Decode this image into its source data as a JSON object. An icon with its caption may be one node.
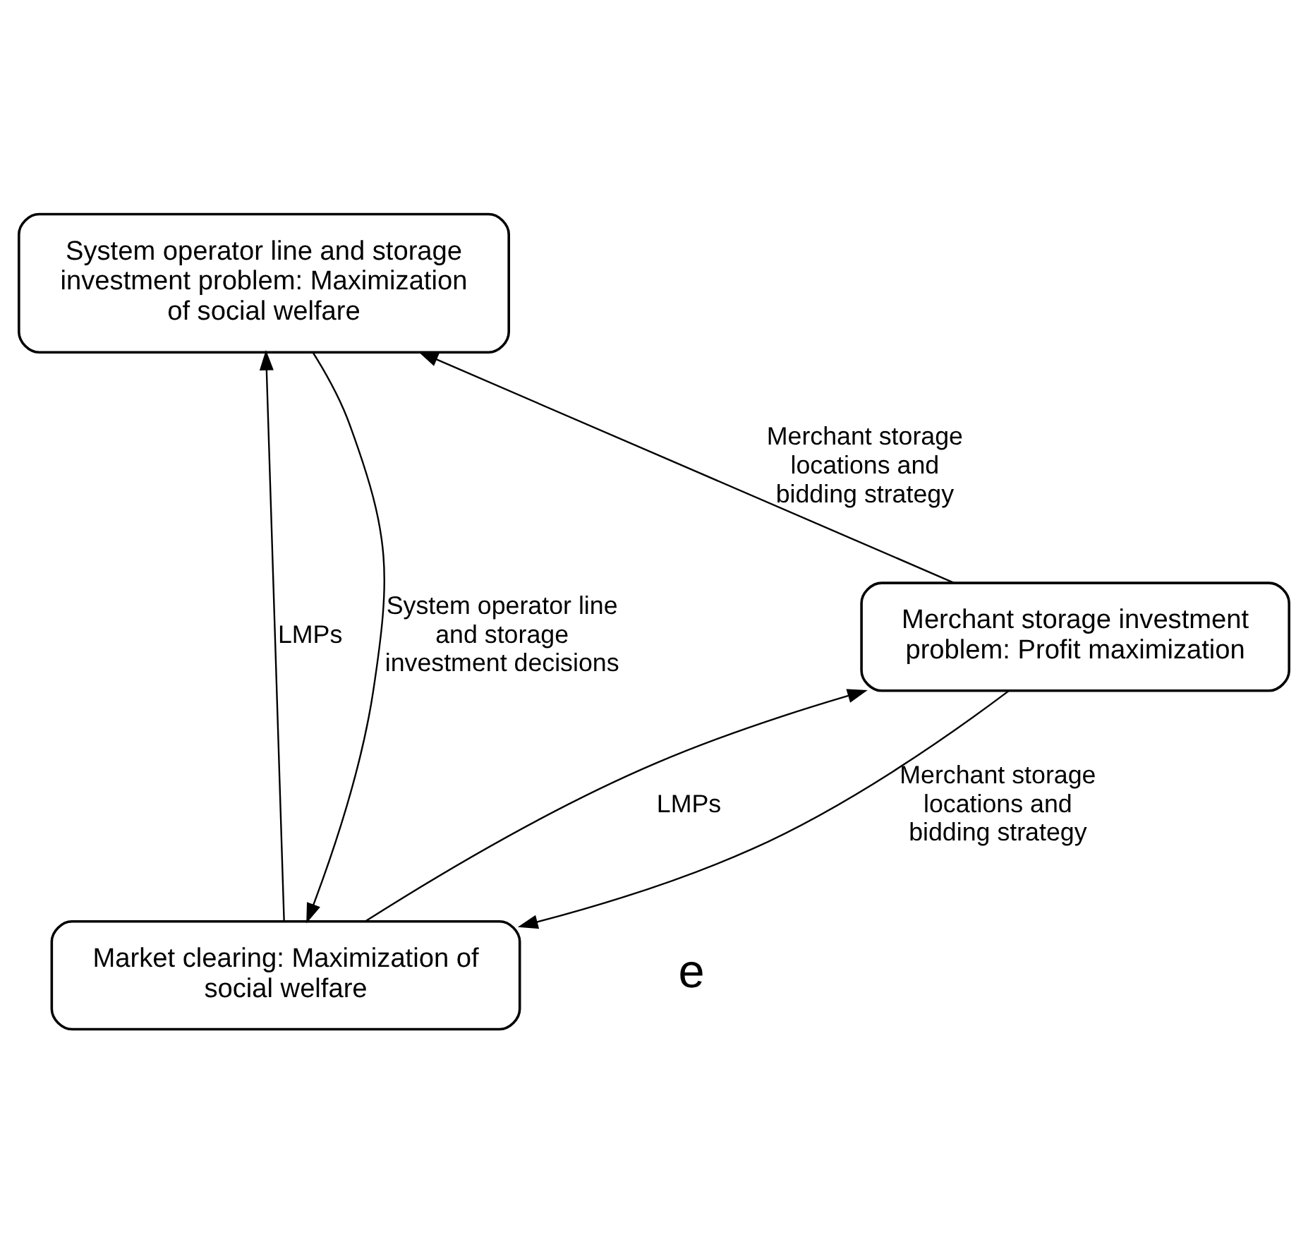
{
  "diagram": {
    "nodes": [
      {
        "text": [
          "System operator line and storage investment problem: Maximization of social welfare"
        ]
      },
      {
        "text": [
          "Merchant storage investment problem: Profit maximization"
        ]
      },
      {
        "text": [
          "Market clearing: Maximization of social welfare"
        ]
      }
    ],
    "edges": [
      {
        "from": 1,
        "to": 0,
        "arrow": "to",
        "label": "Merchant storage locations and bidding strategy"
      },
      {
        "from": 2,
        "to": 0,
        "arrow": "to",
        "label": "LMPs"
      },
      {
        "from": 0,
        "to": 2,
        "arrow": "to",
        "label": "System operator line and storage investment decisions"
      },
      {
        "from": 1,
        "to": 2,
        "arrow": "to",
        "label": "Merchant storage locations and bidding strategy"
      },
      {
        "from": 2,
        "to": 1,
        "arrow": "to",
        "label": "LMPs"
      }
    ],
    "labels": [
      "e"
    ]
  }
}
